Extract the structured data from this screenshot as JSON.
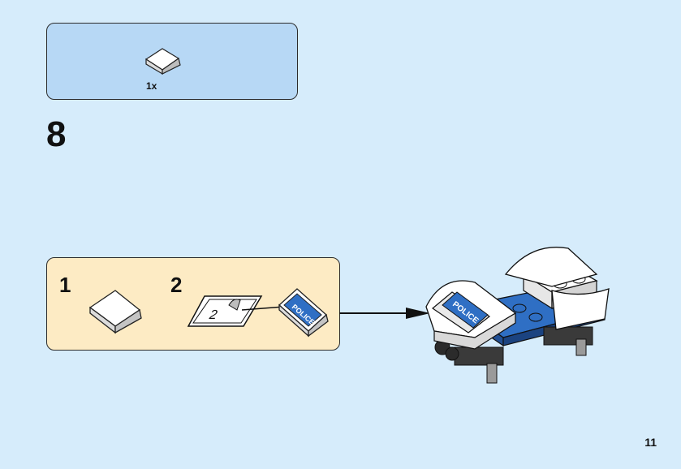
{
  "parts_list": {
    "quantity": "1x",
    "part_icon": "white-slope-tile-icon"
  },
  "step": {
    "number": "8"
  },
  "substep_1": {
    "number": "1"
  },
  "substep_2": {
    "number": "2",
    "sticker_sheet_number": "2",
    "tile_text": "POLICE"
  },
  "model": {
    "sticker_text": "POLICE"
  },
  "page": {
    "number": "11"
  },
  "colors": {
    "background": "#d6ecfb",
    "parts_box": "#b7d8f5",
    "substep_box": "#fdebc4",
    "brick_blue": "#2f6fc4",
    "brick_white": "#ffffff",
    "brick_dark": "#3a3a3a"
  }
}
